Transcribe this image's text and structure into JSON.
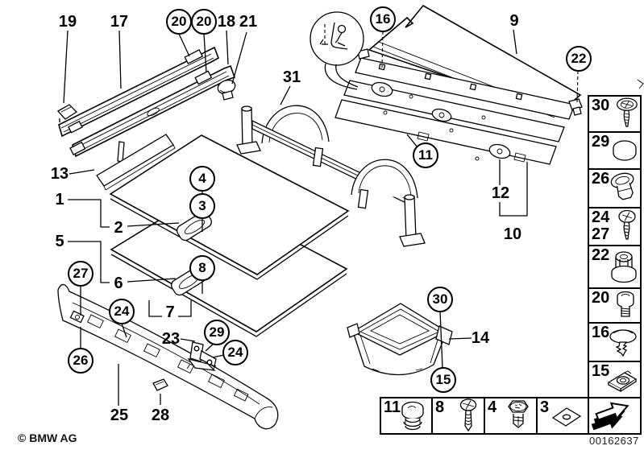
{
  "footer": {
    "copyright": "© BMW AG",
    "diagram_number": "00162637"
  },
  "callouts": {
    "n19": "19",
    "n17": "17",
    "n18": "18",
    "n21": "21",
    "n31": "31",
    "n9": "9",
    "n13": "13",
    "n1": "1",
    "n2": "2",
    "n5": "5",
    "n6": "6",
    "n7": "7",
    "n12": "12",
    "n10": "10",
    "n23": "23",
    "n25": "25",
    "n28": "28",
    "n14": "14",
    "c20a": "20",
    "c20b": "20",
    "c16": "16",
    "c22": "22",
    "c11": "11",
    "c4": "4",
    "c3": "3",
    "c8": "8",
    "c27": "27",
    "c24a": "24",
    "c29": "29",
    "c24b": "24",
    "c26": "26",
    "c30": "30",
    "c15": "15"
  },
  "fastener_column": {
    "items": [
      {
        "label": "30",
        "icon": "washer-screw-icon"
      },
      {
        "label": "29",
        "icon": "cap-plug-icon"
      },
      {
        "label": "26",
        "icon": "grommet-nut-icon"
      },
      {
        "label": "24",
        "label2": "27",
        "icon": "pan-screw-icon"
      },
      {
        "label": "22",
        "icon": "spacer-bushing-icon"
      },
      {
        "label": "20",
        "icon": "socket-bolt-icon"
      },
      {
        "label": "16",
        "icon": "mushroom-clip-icon"
      },
      {
        "label": "15",
        "icon": "speed-nut-plate-icon"
      }
    ]
  },
  "fastener_row": {
    "items": [
      {
        "label": "11",
        "icon": "round-plug-icon"
      },
      {
        "label": "8",
        "icon": "phillips-screw-icon"
      },
      {
        "label": "4",
        "icon": "hex-bolt-icon"
      },
      {
        "label": "3",
        "icon": "square-washer-icon"
      }
    ]
  },
  "direction_arrow": {
    "icon": "direction-of-travel-arrow-icon"
  }
}
